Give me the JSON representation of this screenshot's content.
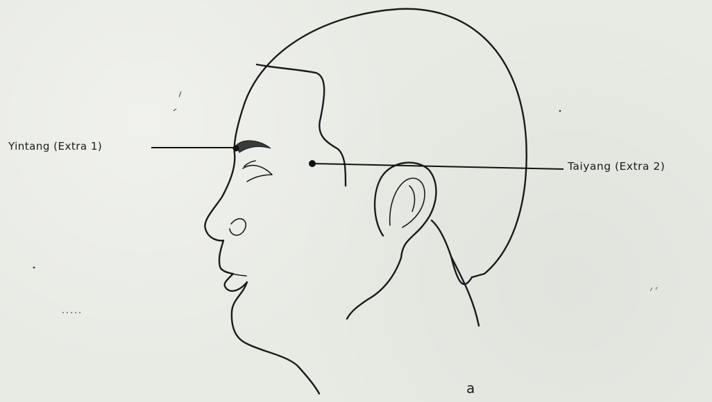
{
  "labels": {
    "yintang": "Yintang (Extra 1)",
    "taiyang": "Taiyang (Extra 2)",
    "figure": "a"
  },
  "colors": {
    "paper": "#e8eae4",
    "ink": "#1a1a1a"
  }
}
